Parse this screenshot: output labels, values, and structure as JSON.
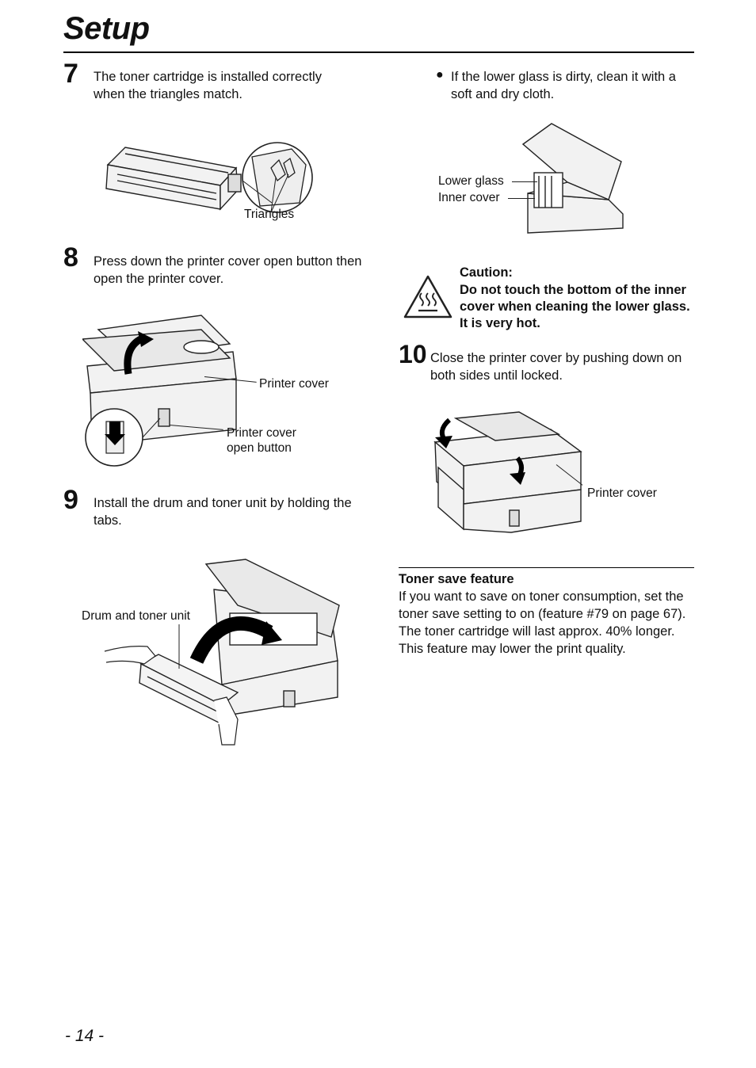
{
  "header": {
    "title": "Setup"
  },
  "steps": {
    "s7": {
      "num": "7",
      "text": "The toner cartridge is installed correctly when the triangles match.",
      "label_triangles": "Triangles"
    },
    "s8": {
      "num": "8",
      "text": "Press down the printer cover open button then open the printer cover.",
      "label_cover": "Printer cover",
      "label_button_1": "Printer cover",
      "label_button_2": "open button"
    },
    "s9": {
      "num": "9",
      "text": "Install the drum and toner unit by holding the tabs.",
      "label_drum": "Drum and toner unit"
    },
    "s10": {
      "num": "10",
      "text": "Close the printer cover by pushing down on both sides until locked.",
      "label_cover": "Printer cover"
    }
  },
  "right": {
    "bullet_text": "If the lower glass is dirty, clean it with a soft and dry cloth.",
    "label_lower_glass": "Lower glass",
    "label_inner_cover": "Inner cover",
    "caution_title": "Caution:",
    "caution_body": "Do not touch the bottom of the inner cover when cleaning the lower glass. It is very hot."
  },
  "toner_save": {
    "heading": "Toner save feature",
    "body": "If you want to save on toner consumption, set the toner save setting to on (feature #79 on page 67). The toner cartridge will last approx. 40% longer. This feature may lower the print quality."
  },
  "footer": {
    "page": "- 14 -"
  }
}
